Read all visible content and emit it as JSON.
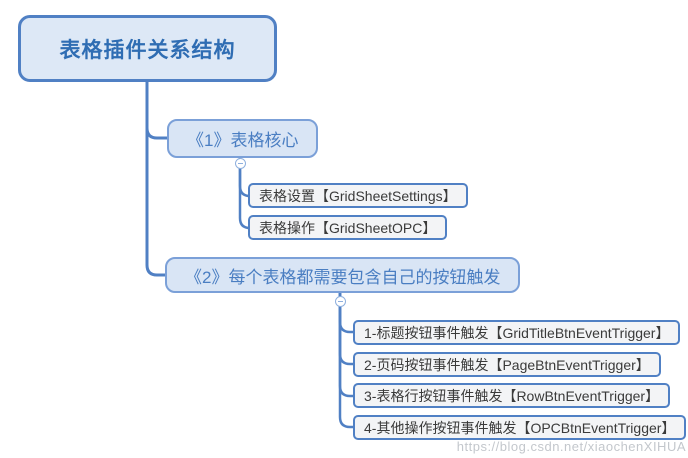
{
  "page": {
    "watermark": "https://blog.csdn.net/xiaochenXIHUA"
  },
  "colors": {
    "canvas-bg": "#ffffff",
    "accent": "#5080c4",
    "root-fill": "#dde8f6",
    "root-text": "#2f6db3",
    "branch-fill": "#d9e5f5",
    "branch-border": "#7ba0d8",
    "branch-text": "#4a7ec2",
    "leaf-fill": "#f3f4f6",
    "leaf-text": "#3a3a3a",
    "toggle-border": "#8fb0de",
    "watermark-color": "rgba(185,189,195,0.85)"
  },
  "mindmap": {
    "root": {
      "label": "表格插件关系结构"
    },
    "branches": [
      {
        "label": "《1》表格核心",
        "collapsed": false,
        "children": [
          {
            "label": "表格设置【GridSheetSettings】"
          },
          {
            "label": "表格操作【GridSheetOPC】"
          }
        ]
      },
      {
        "label": "《2》每个表格都需要包含自己的按钮触发",
        "collapsed": false,
        "children": [
          {
            "label": "1-标题按钮事件触发【GridTitleBtnEventTrigger】"
          },
          {
            "label": "2-页码按钮事件触发【PageBtnEventTrigger】"
          },
          {
            "label": "3-表格行按钮事件触发【RowBtnEventTrigger】"
          },
          {
            "label": "4-其他操作按钮事件触发【OPCBtnEventTrigger】"
          }
        ]
      }
    ]
  }
}
